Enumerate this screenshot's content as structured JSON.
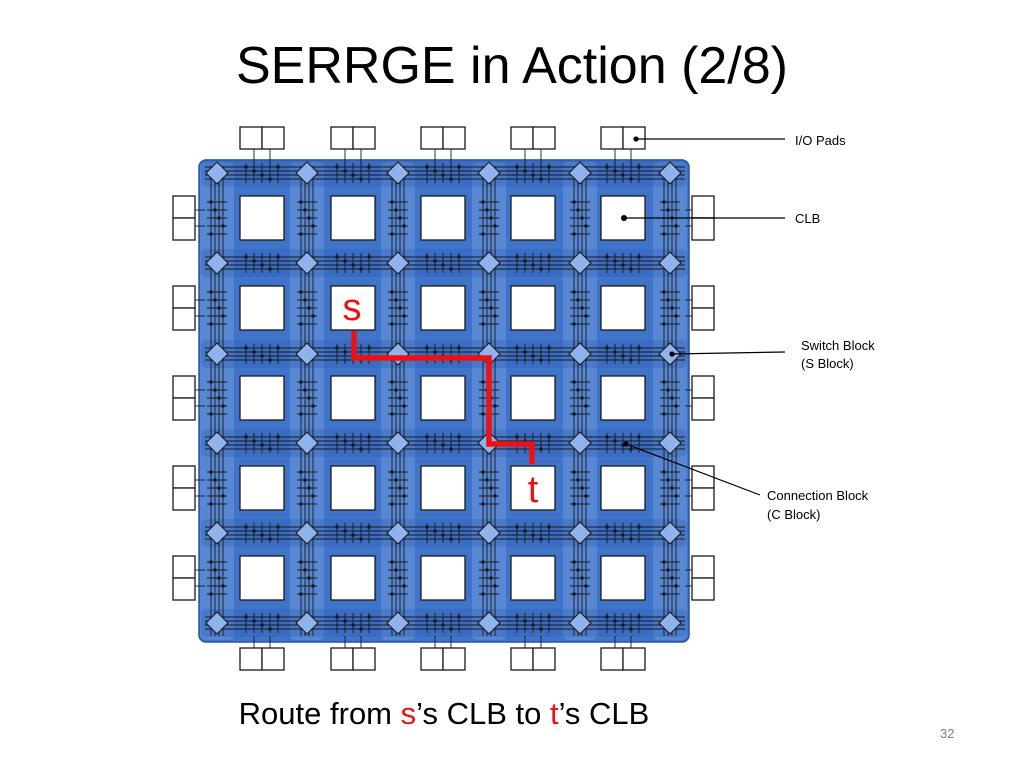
{
  "slide": {
    "title": "SERRGE in Action (2/8)",
    "number": "32"
  },
  "diagram": {
    "labels": {
      "io_pads": "I/O Pads",
      "clb": "CLB",
      "switch_block_line1": "Switch Block",
      "switch_block_line2": "(S Block)",
      "connection_block_line1": "Connection Block",
      "connection_block_line2": "(C Block)"
    },
    "source_letter": "s",
    "target_letter": "t",
    "colors": {
      "fabric_blue": "#3f74c9",
      "band_blue": "#2f5fb4",
      "wire": "#1a1a1a",
      "route_red": "#ee1111",
      "switch_fill": "#8fb3ec"
    }
  },
  "caption": {
    "prefix": "Route from ",
    "s": "s",
    "middle": "’s CLB to ",
    "t": "t",
    "suffix": "’s CLB"
  }
}
